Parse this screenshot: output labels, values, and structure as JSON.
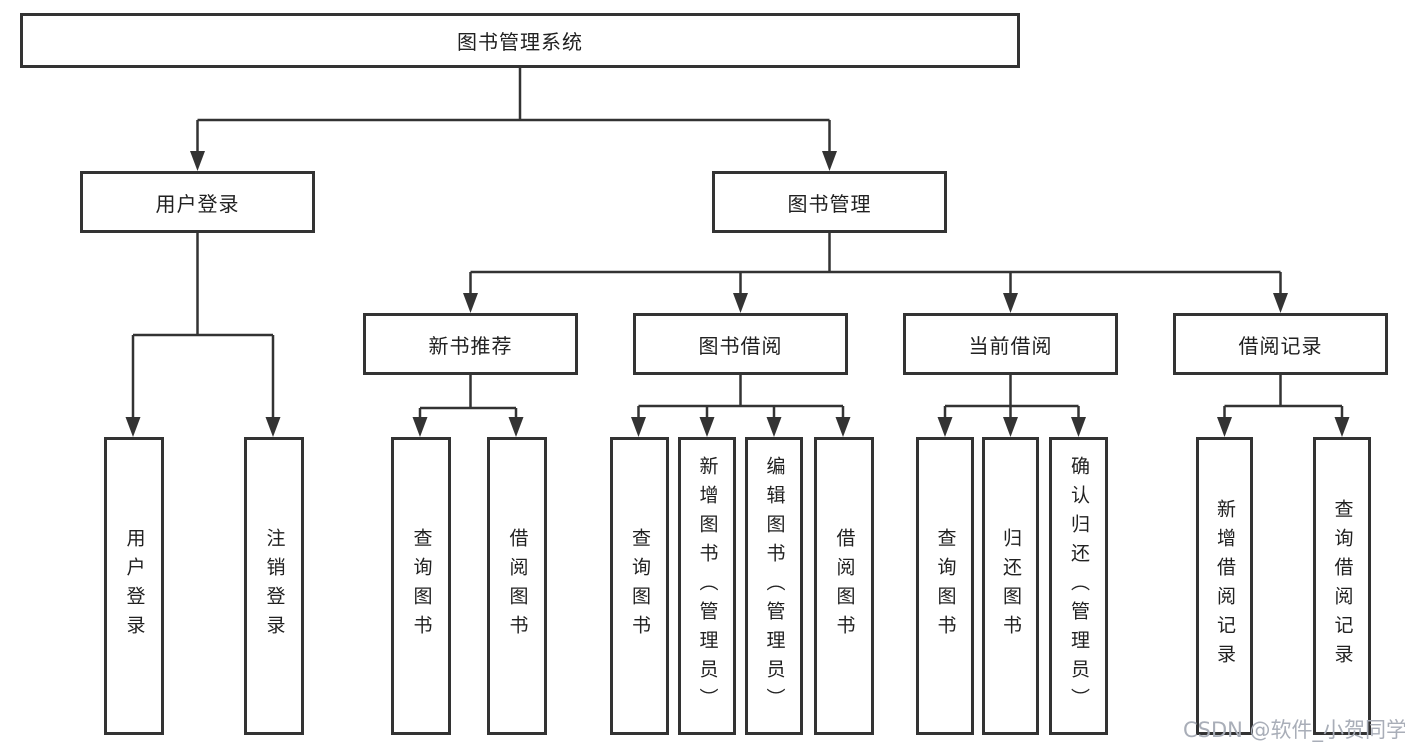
{
  "diagram": {
    "type": "hierarchy-tree",
    "root": "图书管理系统",
    "branches": [
      {
        "label": "用户登录",
        "children": [
          "用户登录",
          "注销登录"
        ]
      },
      {
        "label": "图书管理",
        "children": [
          {
            "label": "新书推荐",
            "children": [
              "查询图书",
              "借阅图书"
            ]
          },
          {
            "label": "图书借阅",
            "children": [
              "查询图书",
              "新增图书（管理员）",
              "编辑图书（管理员）",
              "借阅图书"
            ]
          },
          {
            "label": "当前借阅",
            "children": [
              "查询图书",
              "归还图书",
              "确认归还（管理员）"
            ]
          },
          {
            "label": "借阅记录",
            "children": [
              "新增借阅记录",
              "查询借阅记录"
            ]
          }
        ]
      }
    ]
  },
  "watermark": {
    "text": "CSDN @软件_小贺同学",
    "color": "#a9aeb8"
  },
  "colors": {
    "background": "#ffffff",
    "line": "#333333",
    "box_border": "#333333",
    "text": "#212121"
  }
}
